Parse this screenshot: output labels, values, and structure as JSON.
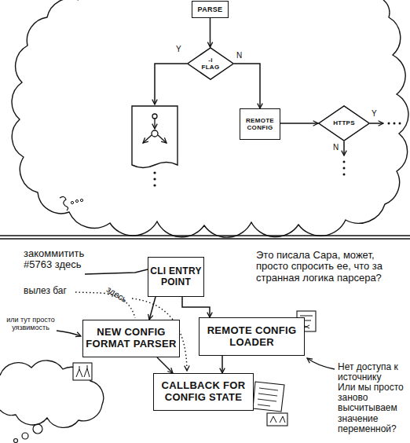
{
  "diagram": {
    "nodes": [
      {
        "text": [
          "PARSE"
        ]
      },
      {
        "text": [
          "-i FLAG"
        ]
      },
      {
        "text": [
          "REMOTE CONFIG"
        ]
      },
      {
        "text": [
          "HTTPS"
        ]
      },
      {
        "text": [
          "CLI ENTRY POINT"
        ]
      },
      {
        "text": [
          "NEW CONFIG FORMAT PARSER"
        ]
      },
      {
        "text": [
          "REMOTE CONFIG LOADER"
        ]
      },
      {
        "text": [
          "CALLBACK FOR CONFIG STATE"
        ]
      }
    ],
    "edges": [
      {
        "from": 0,
        "to": 1,
        "arrow": "to"
      },
      {
        "from": 1,
        "to": 2,
        "label": "N",
        "arrow": "to"
      },
      {
        "from": 2,
        "to": 3,
        "arrow": "to"
      },
      {
        "from": 4,
        "to": 5,
        "arrow": "to"
      },
      {
        "from": 4,
        "to": 6,
        "arrow": "to"
      },
      {
        "from": 5,
        "to": 7,
        "arrow": "to"
      },
      {
        "from": 6,
        "to": 7,
        "arrow": "to"
      }
    ],
    "labels": [
      "Y",
      "Y",
      "N",
      "закоммитить #5763 здесь",
      "вылез баг",
      "здесь",
      "или тут просто уязвимость",
      "Это писала Сара, может, просто спросить ее, что за странная логика парсера?",
      "Нет доступа к источнику",
      "Или мы просто заново высчитываем значение переменной?"
    ]
  }
}
